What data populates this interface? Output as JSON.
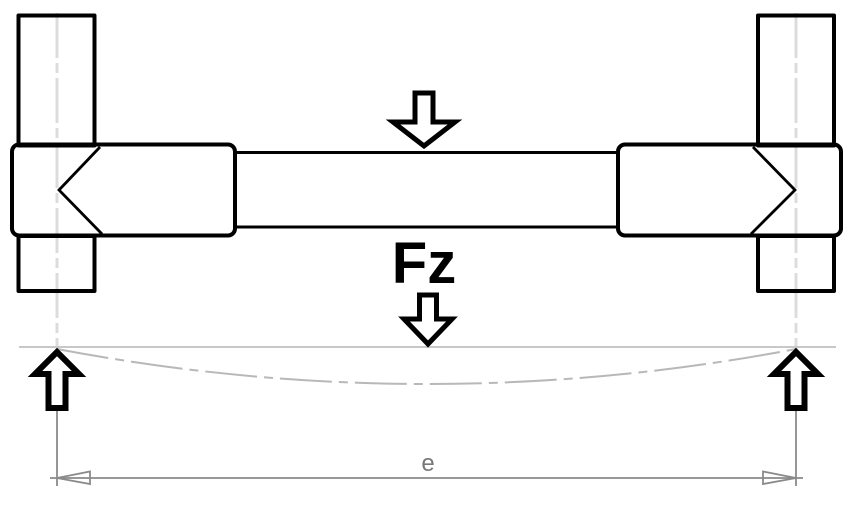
{
  "diagram": {
    "title": "axle-load-schematic",
    "force_label": "Fz",
    "dimension_label": "e"
  },
  "colors": {
    "geometry": "#000000",
    "centerline": "#dcdcdc",
    "datum_line": "#c8c8c8",
    "deflection_curve": "#b8b8b8",
    "dimension": "#8a8a8a",
    "dimension_text": "#787878",
    "background": "#ffffff"
  }
}
